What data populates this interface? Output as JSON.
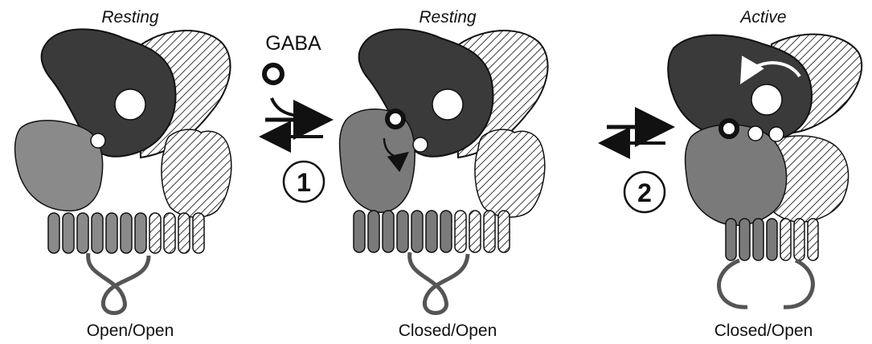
{
  "states": [
    {
      "state_label": "Resting",
      "conformation_label": "Open/Open",
      "ligand_bound": false
    },
    {
      "state_label": "Resting",
      "conformation_label": "Closed/Open",
      "ligand_bound": true
    },
    {
      "state_label": "Active",
      "conformation_label": "Closed/Open",
      "ligand_bound": true
    }
  ],
  "ligand_label": "GABA",
  "steps": [
    {
      "number": "1",
      "from_state": 1,
      "to_state": 2
    },
    {
      "number": "2",
      "from_state": 2,
      "to_state": 3
    }
  ],
  "colors": {
    "vft_dark": "#3a3a3a",
    "vft_medium": "#8a8a8a",
    "stripe_fill": "#ffffff",
    "stripe_line": "#444444",
    "outline": "#111111"
  }
}
